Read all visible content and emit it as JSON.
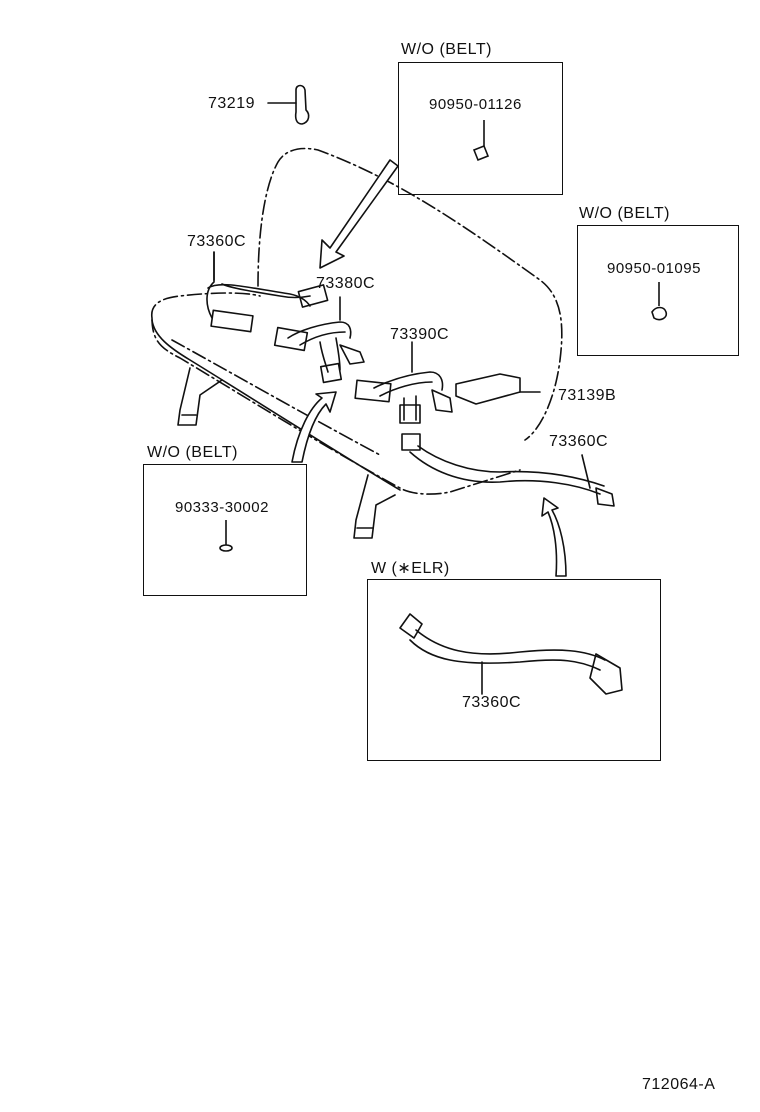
{
  "diagram": {
    "drawing_number": "712064-A",
    "parts": {
      "bracket": "73219",
      "belt_left": "73360C",
      "belt_center_left": "73380C",
      "belt_center_right": "73390C",
      "cover_pad": "73139B",
      "belt_right": "73360C"
    },
    "insets": {
      "top_center": {
        "header": "W/O (BELT)",
        "part_number": "90950-01126"
      },
      "top_right": {
        "header": "W/O (BELT)",
        "part_number": "90950-01095"
      },
      "left": {
        "header": "W/O (BELT)",
        "part_number": "90333-30002"
      },
      "bottom": {
        "header": "W (∗ELR)",
        "part_number": "73360C"
      }
    }
  }
}
